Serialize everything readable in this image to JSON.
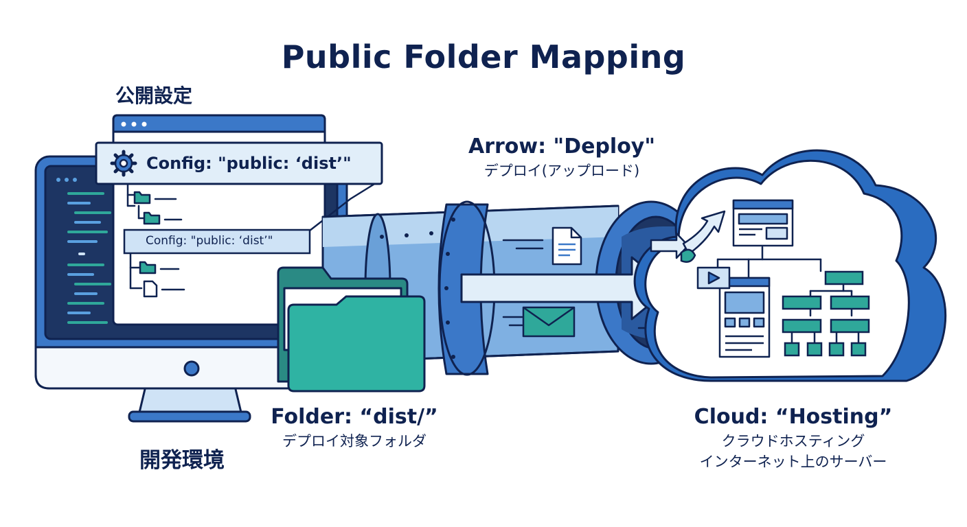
{
  "diagram": {
    "title": "Public Folder Mapping",
    "settings_label": "公開設定",
    "devenv_label": "開発環境",
    "config_main": "Config: \"public: ‘dist’\"",
    "config_sub": "Config: \"public: ‘dist’\"",
    "arrow_title": "Arrow: \"Deploy\"",
    "arrow_sub": "デプロイ(アップロード)",
    "folder_title": "Folder: “dist/”",
    "folder_sub": "デプロイ対象フォルダ",
    "cloud_title": "Cloud: “Hosting”",
    "cloud_sub1": "クラウドホスティング",
    "cloud_sub2": "インターネット上のサーバー"
  },
  "colors": {
    "navy": "#0f2250",
    "blue": "#3b78c8",
    "light_blue": "#cfe3f6",
    "teal": "#2fa89a",
    "dark_panel": "#1d3563"
  },
  "icons": [
    "gear-icon",
    "folder-icon",
    "file-icon",
    "envelope-icon",
    "document-icon",
    "play-icon",
    "arrow-icon",
    "cloud-icon"
  ]
}
